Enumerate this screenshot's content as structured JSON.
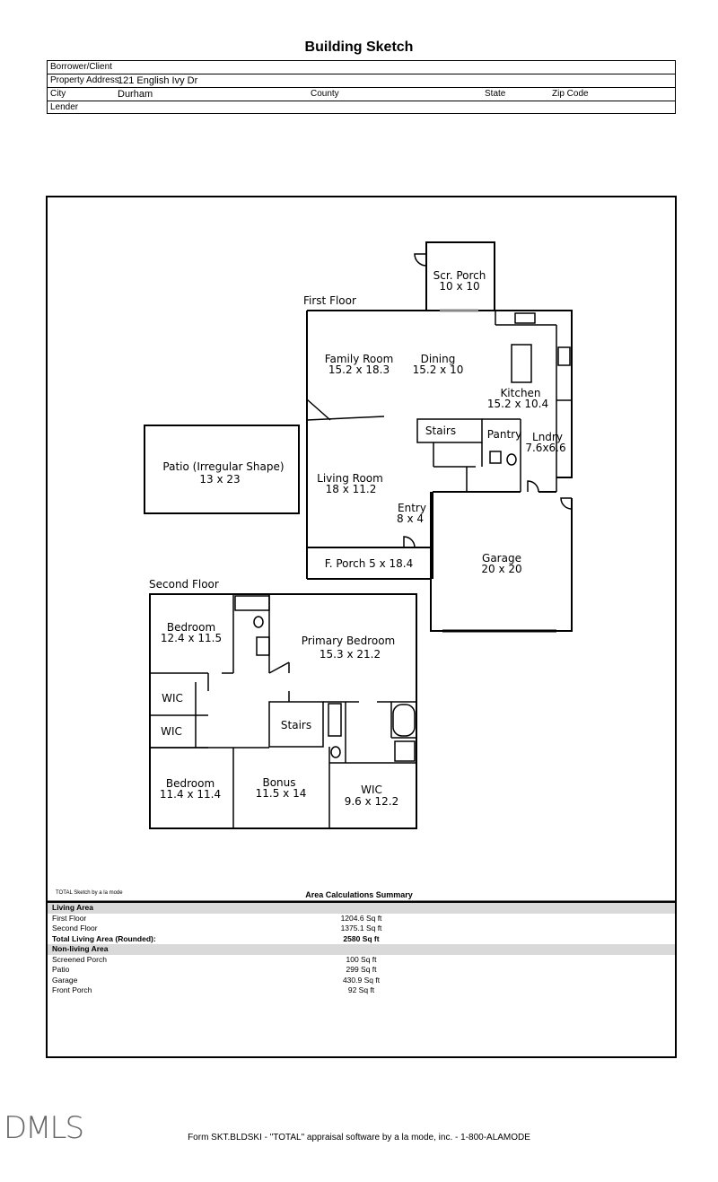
{
  "title": "Building Sketch",
  "header": {
    "borrower_label": "Borrower/Client",
    "borrower_value": "",
    "address_label": "Property Address",
    "address_value": "121 English Ivy Dr",
    "city_label": "City",
    "city_value": "Durham",
    "county_label": "County",
    "state_label": "State",
    "zip_label": "Zip Code",
    "lender_label": "Lender"
  },
  "sketch": {
    "first_floor": "First Floor",
    "second_floor": "Second Floor",
    "scr_porch": "Scr. Porch",
    "scr_porch_dim": "10 x 10",
    "family_room": "Family Room",
    "family_room_dim": "15.2 x 18.3",
    "dining": "Dining",
    "dining_dim": "15.2 x 10",
    "kitchen": "Kitchen",
    "kitchen_dim": "15.2 x 10.4",
    "stairs": "Stairs",
    "pantry": "Pantry",
    "lndry": "Lndry",
    "lndry_dim": "7.6x6.6",
    "patio": "Patio (Irregular Shape)",
    "patio_dim": "13 x 23",
    "living_room": "Living Room",
    "living_room_dim": "18 x 11.2",
    "entry": "Entry",
    "entry_dim": "8 x 4",
    "front_porch": "F. Porch 5 x 18.4",
    "garage": "Garage",
    "garage_dim": "20 x 20",
    "bedroom1": "Bedroom",
    "bedroom1_dim": "12.4 x 11.5",
    "primary_bedroom": "Primary Bedroom",
    "primary_bedroom_dim": "15.3 x 21.2",
    "wic1": "WIC",
    "wic2": "WIC",
    "stairs2": "Stairs",
    "bedroom2": "Bedroom",
    "bedroom2_dim": "11.4 x 11.4",
    "bonus": "Bonus",
    "bonus_dim": "11.5 x 14",
    "wic3": "WIC",
    "wic3_dim": "9.6 x 12.2"
  },
  "summary": {
    "credit": "TOTAL Sketch by a la mode",
    "title": "Area Calculations Summary",
    "living_head": "Living Area",
    "first_floor_label": "First Floor",
    "first_floor_value": "1204.6 Sq ft",
    "second_floor_label": "Second Floor",
    "second_floor_value": "1375.1 Sq ft",
    "total_label": "Total Living Area (Rounded):",
    "total_value": "2580 Sq ft",
    "nonliving_head": "Non-living Area",
    "screened_label": "Screened Porch",
    "screened_value": "100 Sq ft",
    "patio_label": "Patio",
    "patio_value": "299 Sq ft",
    "garage_label": "Garage",
    "garage_value": "430.9 Sq ft",
    "front_porch_label": "Front Porch",
    "front_porch_value": "92 Sq ft"
  },
  "footer": "Form SKT.BLDSKI - \"TOTAL\" appraisal software by a la mode, inc. - 1-800-ALAMODE",
  "logo": "DMLS"
}
